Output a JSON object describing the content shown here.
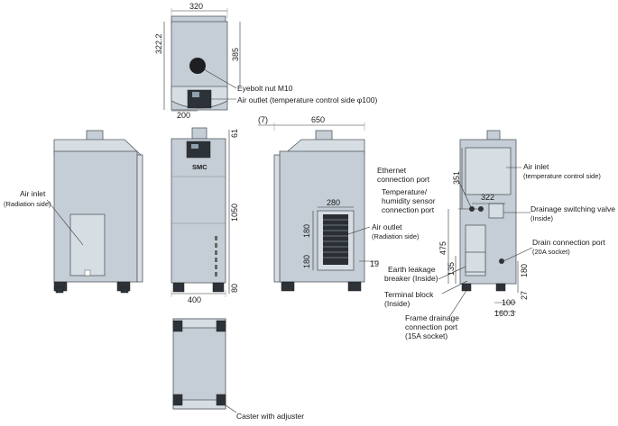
{
  "dimensions": {
    "top_width": "320",
    "top_depth": "322.2",
    "top_eyebolt_offset": "385",
    "top_outlet_offset": "200",
    "side_width": "650",
    "side_offset": "(7)",
    "front_width": "400",
    "front_height": "1050",
    "front_top": "61",
    "front_bottom": "80",
    "side_port_width": "280",
    "side_port_h1": "180",
    "side_port_h2": "180",
    "side_right_offset": "19",
    "rear_top": "351",
    "rear_inlet_width": "322",
    "rear_height": "475",
    "rear_port_height": "135",
    "rear_drain_height": "180",
    "rear_bottom": "27",
    "rear_offset_100": "100",
    "rear_offset_160": "160.3"
  },
  "labels": {
    "eyebolt": "Eyebolt nut M10",
    "air_outlet_top": "Air outlet (temperature control side φ100)",
    "air_inlet_left": "Air inlet",
    "air_inlet_left_sub": "(Radiation side)",
    "air_outlet_side": "Air outlet",
    "air_outlet_side_sub": "(Radiation side)",
    "ethernet_1": "Ethernet",
    "ethernet_2": "connection port",
    "temp_1": "Temperature/",
    "temp_2": "humidity sensor",
    "temp_3": "connection port",
    "earth_1": "Earth leakage",
    "earth_2": "breaker (Inside)",
    "terminal_1": "Terminal block",
    "terminal_2": "(Inside)",
    "frame_1": "Frame drainage",
    "frame_2": "connection port",
    "frame_3": "(15A socket)",
    "air_inlet_right": "Air inlet",
    "air_inlet_right_sub": "(temperature control side)",
    "drainage_1": "Drainage switching valve",
    "drainage_2": "(Inside)",
    "drain_1": "Drain connection port",
    "drain_2": "(20A socket)",
    "caster": "Caster with adjuster"
  }
}
